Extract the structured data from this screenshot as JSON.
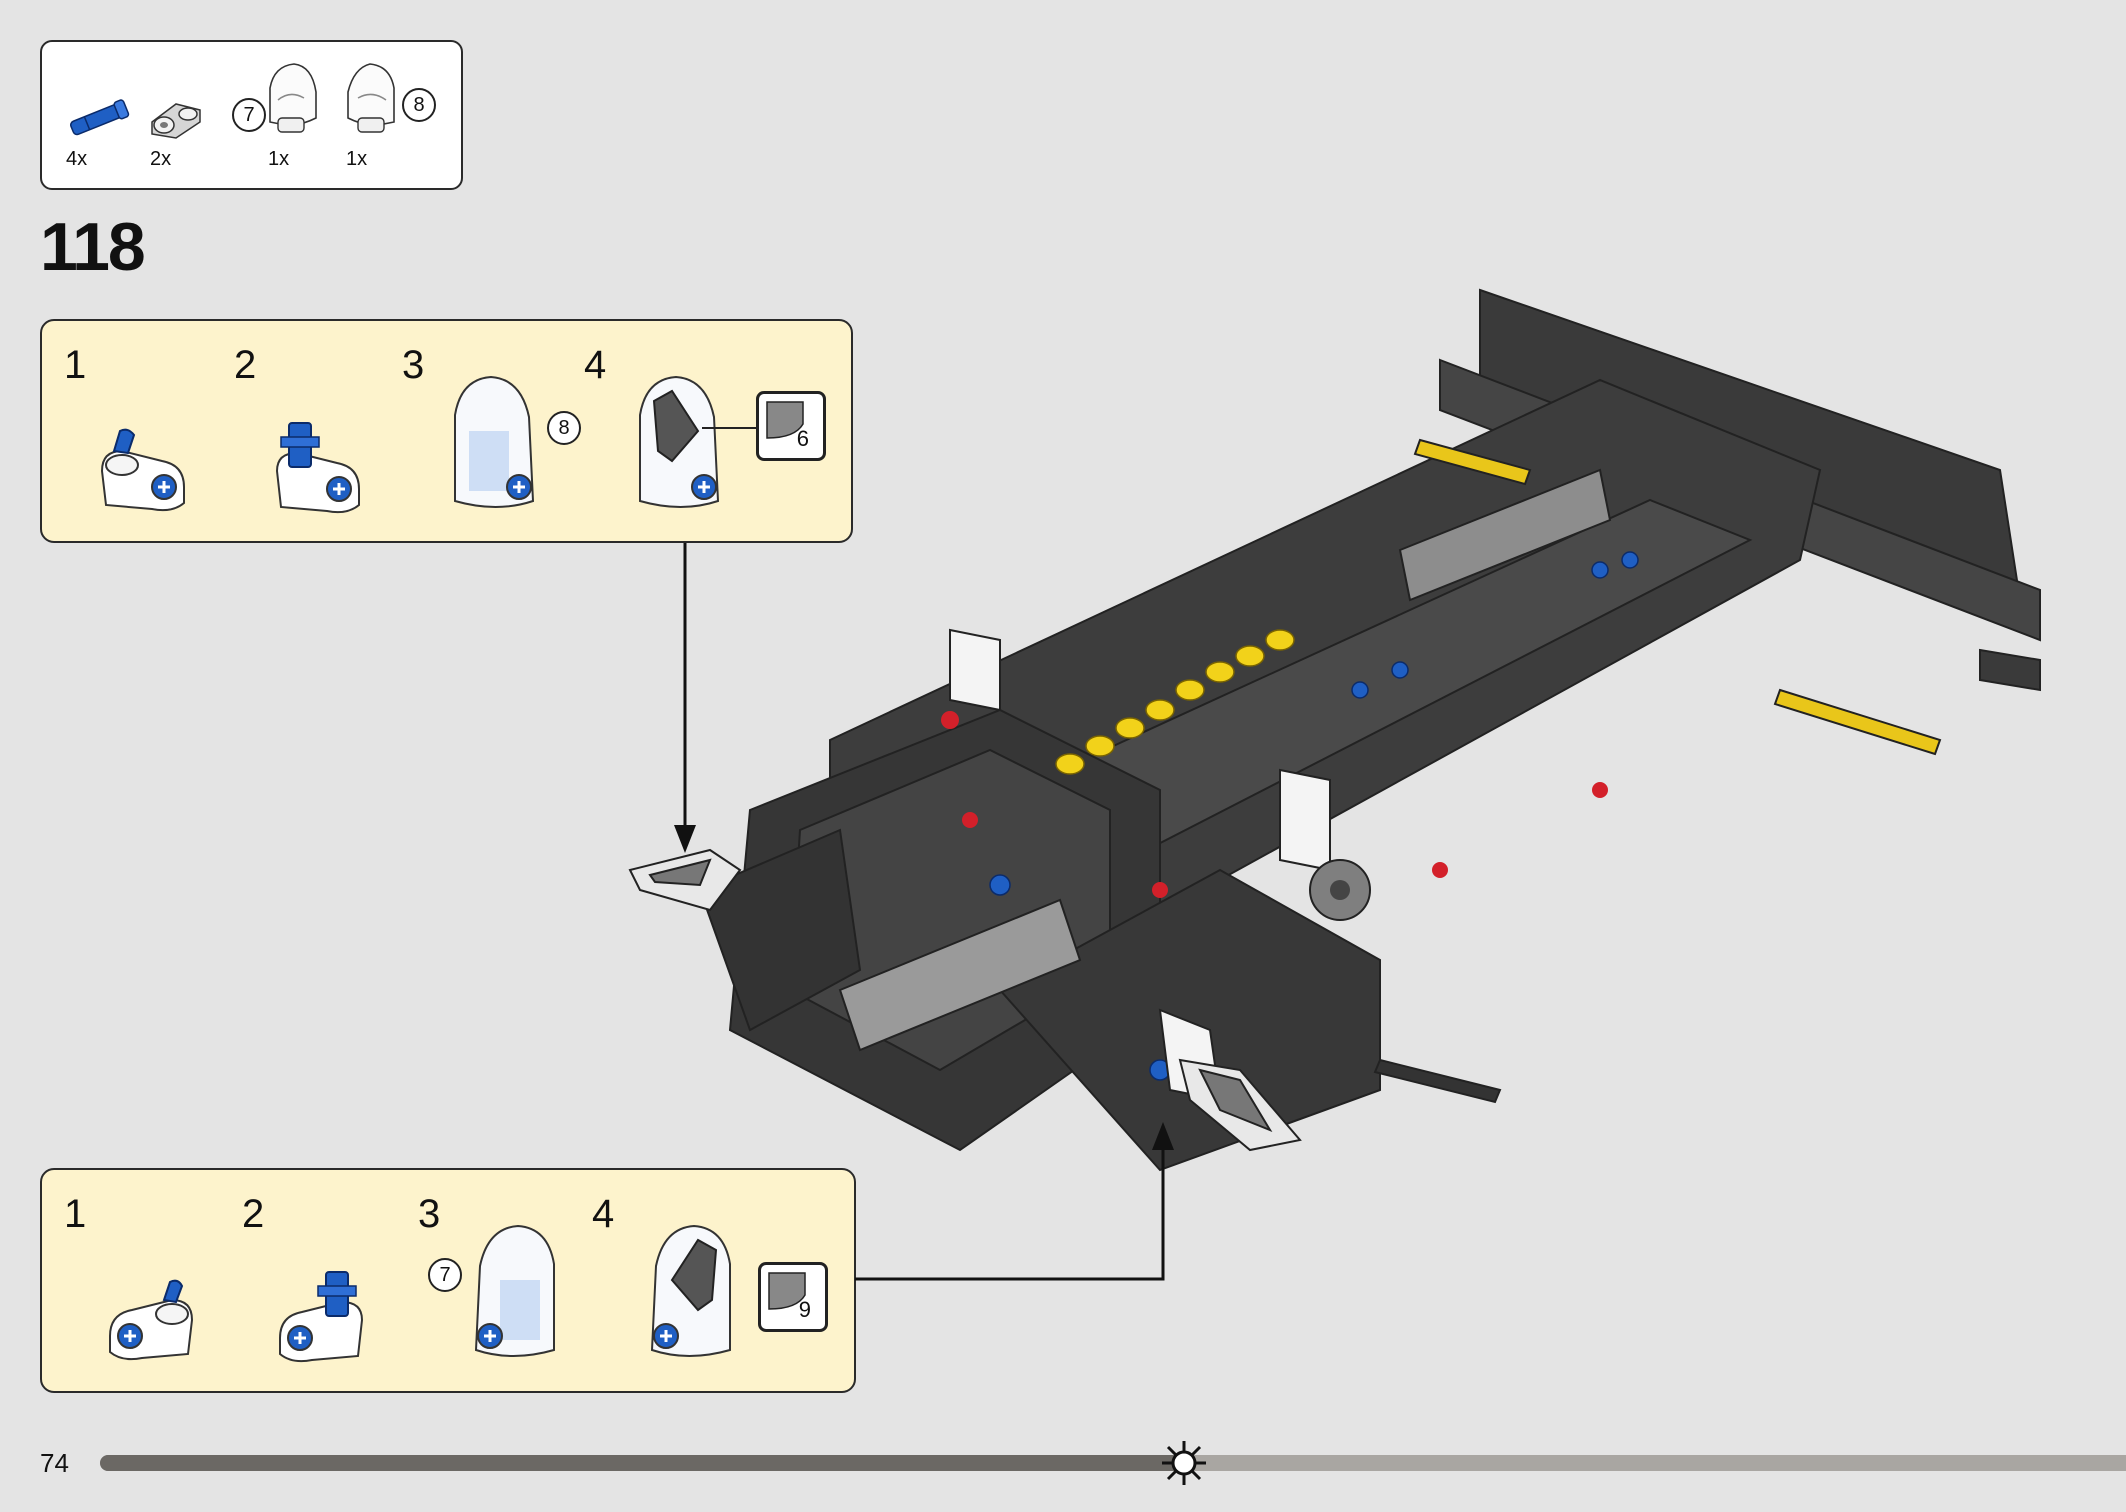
{
  "parts_list": {
    "items": [
      {
        "name": "blue-pin-icon",
        "qty": "4x"
      },
      {
        "name": "light-gray-connector-icon",
        "qty": "2x"
      },
      {
        "name": "headlight-left-icon",
        "qty": "1x",
        "callout": "7"
      },
      {
        "name": "headlight-right-icon",
        "qty": "1x",
        "callout": "8"
      }
    ]
  },
  "step": {
    "number": "118"
  },
  "substep_top": {
    "labels": [
      "1",
      "2",
      "3",
      "4"
    ],
    "part_callout": "8",
    "sticker": "6"
  },
  "substep_bottom": {
    "labels": [
      "1",
      "2",
      "3",
      "4"
    ],
    "part_callout": "7",
    "sticker": "9"
  },
  "footer": {
    "page_number": "74",
    "progress": 0.535
  },
  "colors": {
    "background": "#e4e4e4",
    "substep_bg": "#fdf3cc",
    "technic_black": "#3a3a3a",
    "technic_blue": "#1f5fc4",
    "technic_yellow": "#f2d21a",
    "technic_red": "#d3202a"
  }
}
